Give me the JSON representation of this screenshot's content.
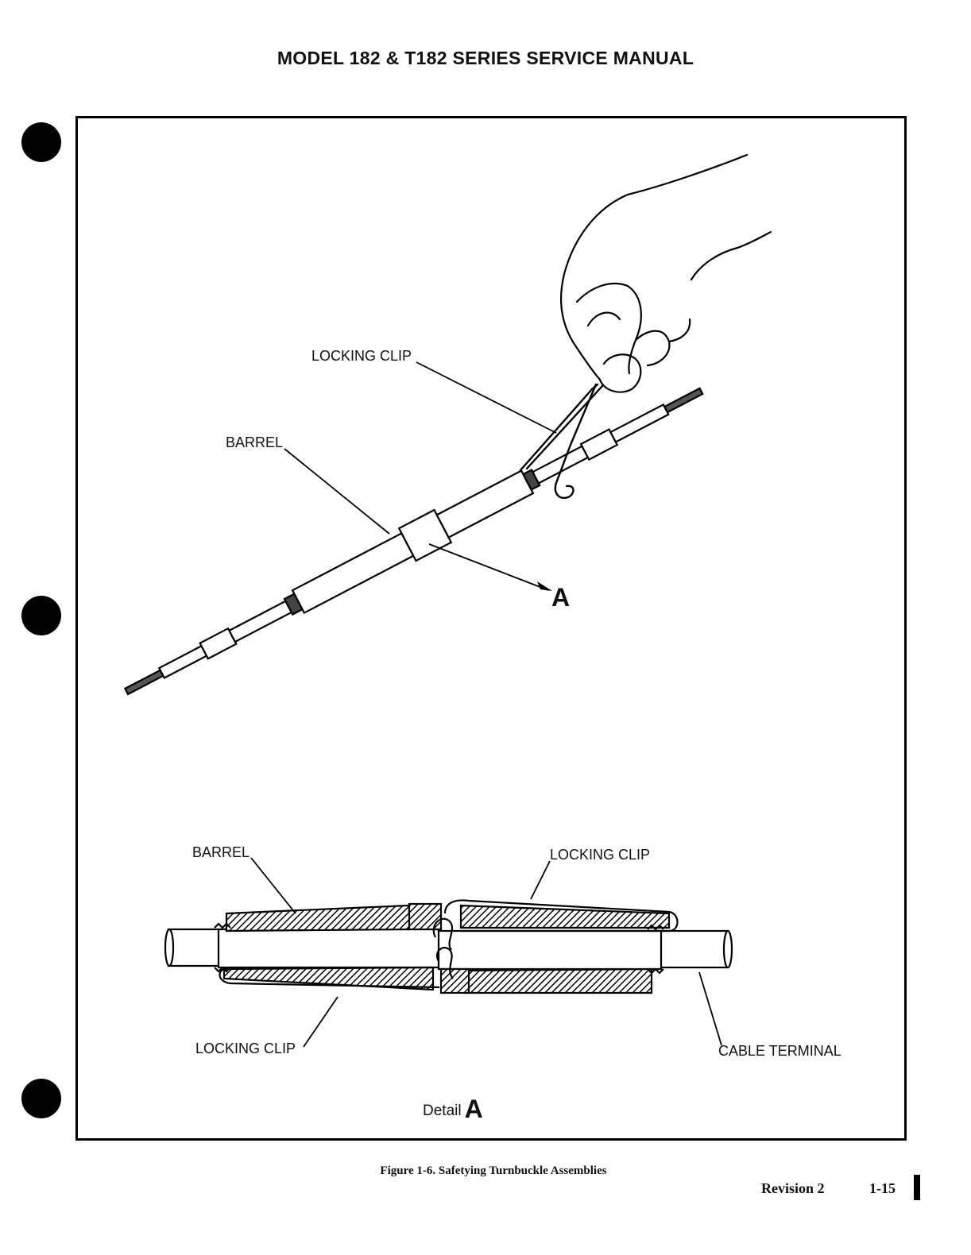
{
  "header": {
    "title": "MODEL 182 & T182 SERIES SERVICE MANUAL"
  },
  "figure": {
    "callouts": {
      "locking_clip_top": "LOCKING CLIP",
      "barrel_top": "BARREL",
      "detail_ref": "A",
      "barrel_detail": "BARREL",
      "locking_clip_detail_top": "LOCKING CLIP",
      "locking_clip_detail_bottom": "LOCKING CLIP",
      "cable_terminal": "CABLE TERMINAL"
    },
    "detail_caption": {
      "word": "Detail",
      "letter": "A"
    },
    "caption": "Figure 1-6. Safetying Turnbuckle Assemblies"
  },
  "footer": {
    "revision": "Revision 2",
    "page_number": "1-15"
  }
}
